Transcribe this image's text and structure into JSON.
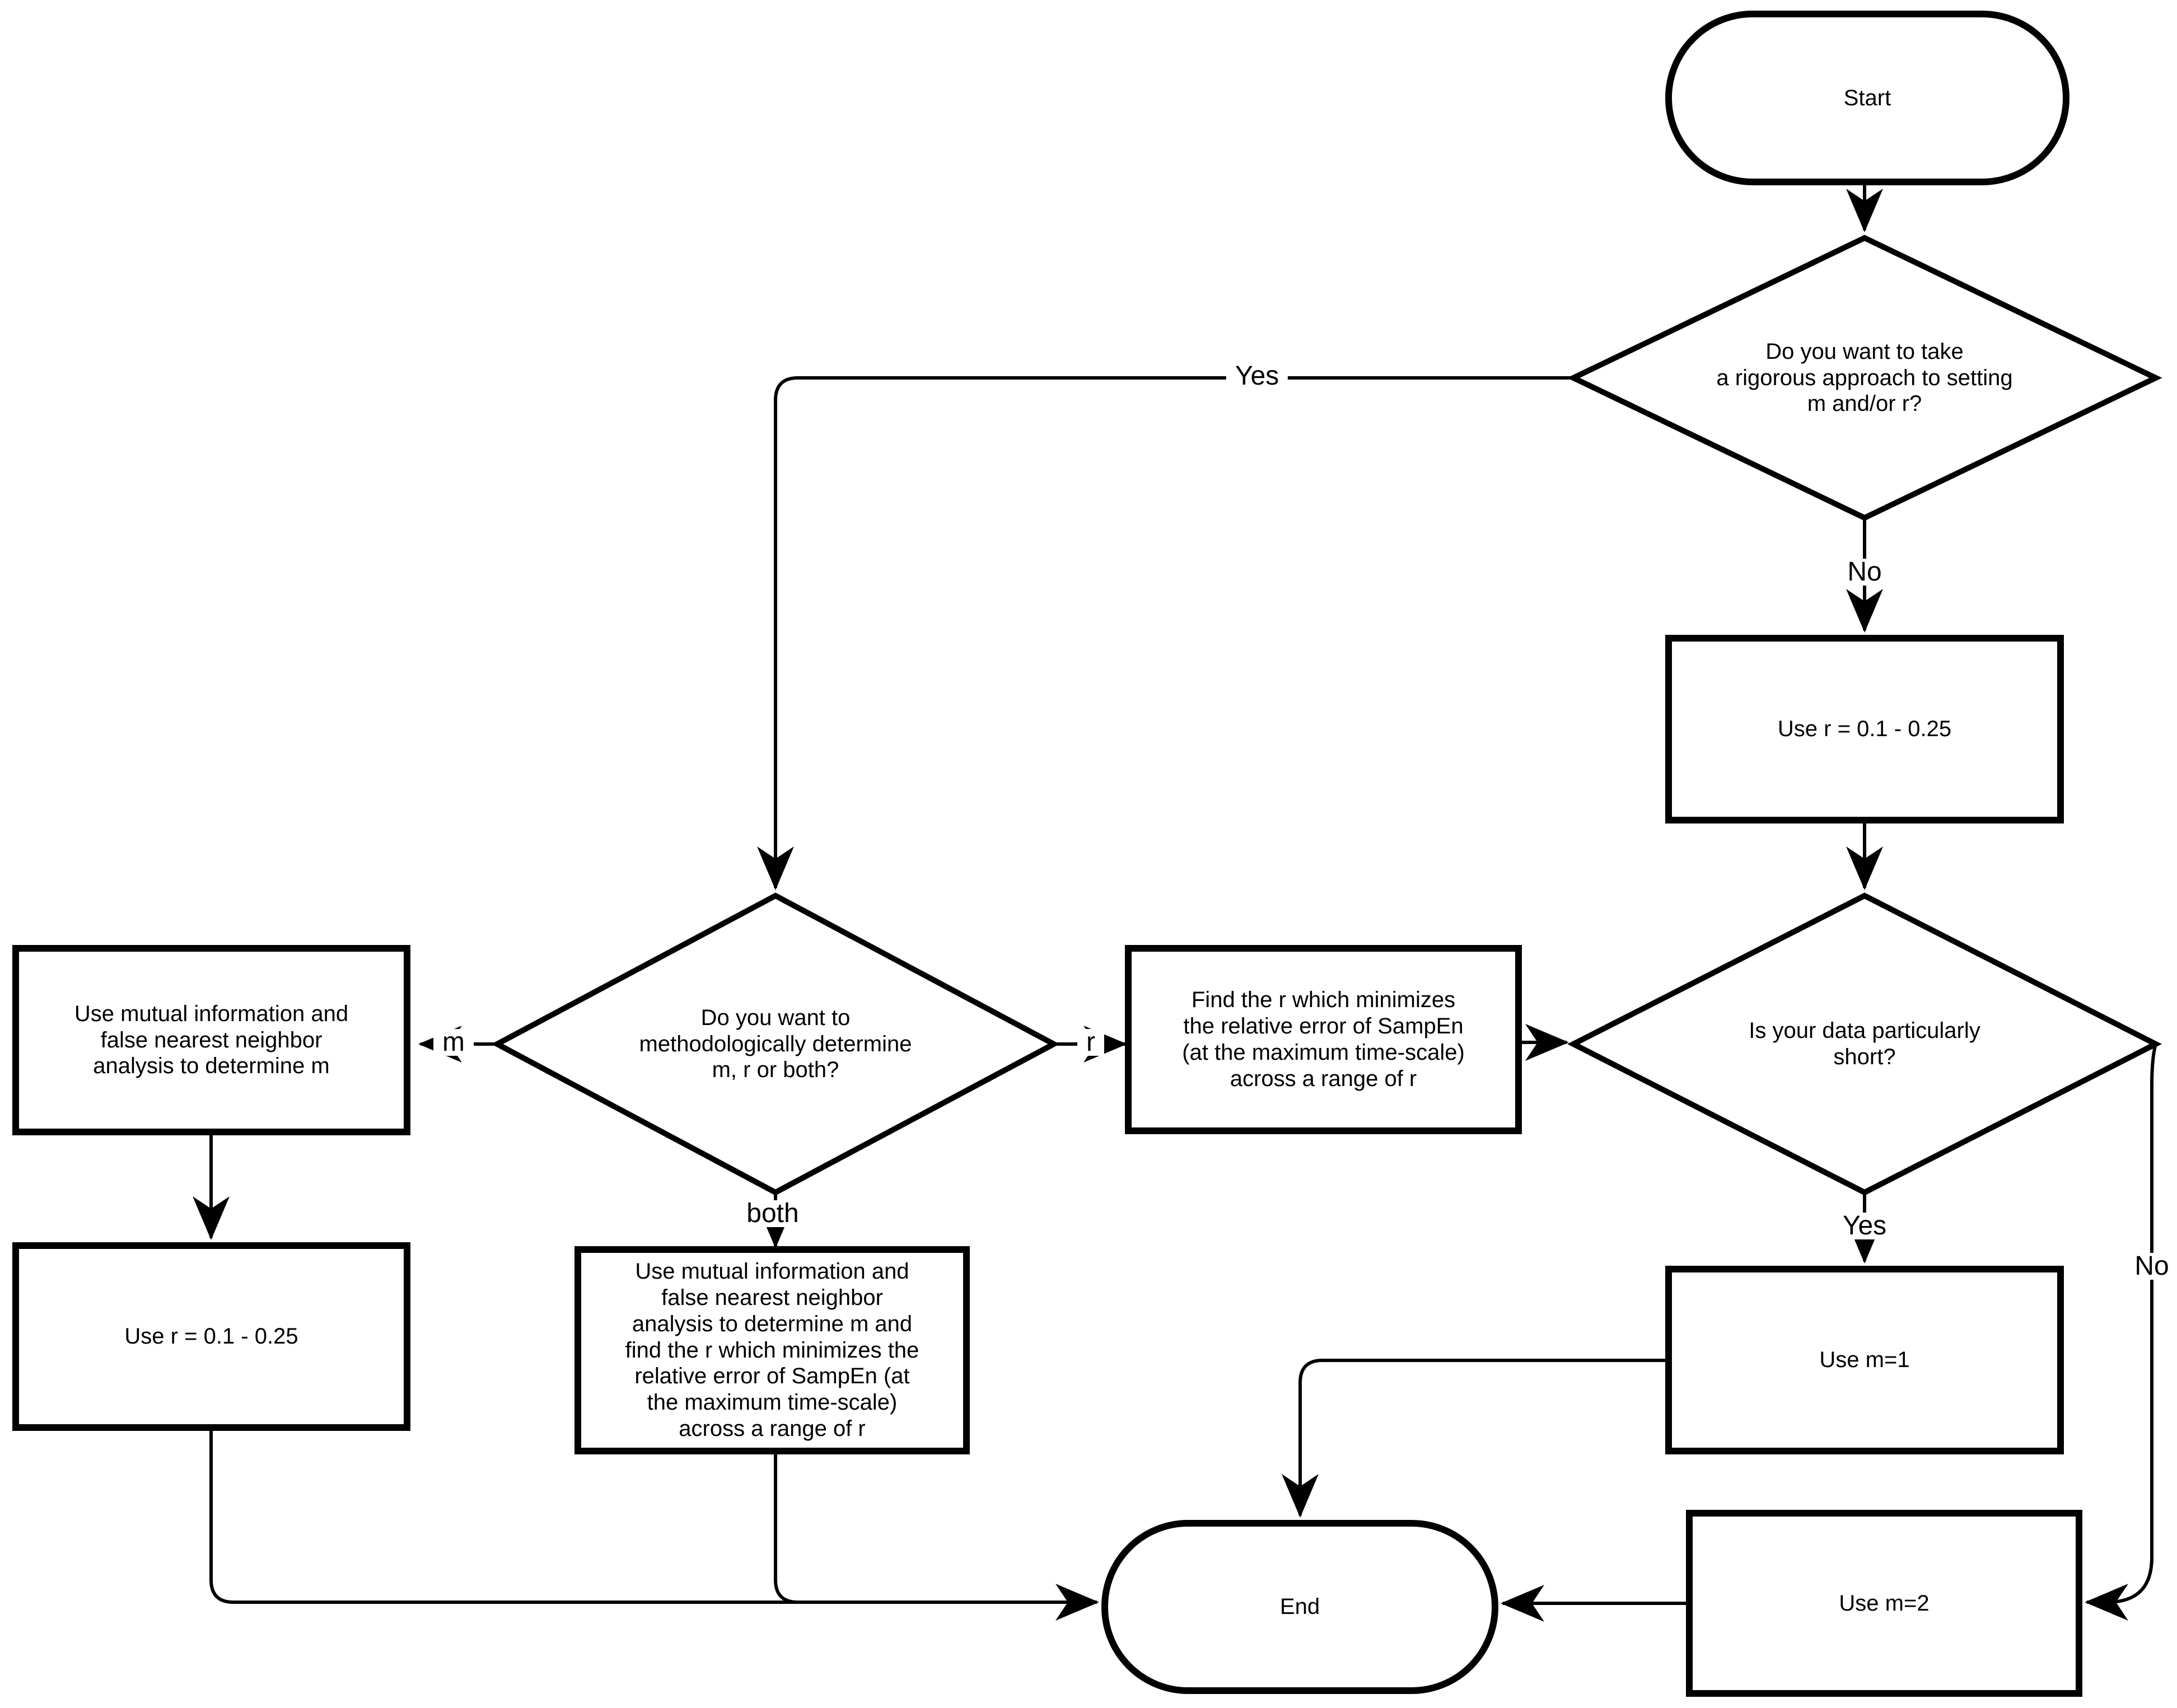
{
  "title": "Flowchart for setting SampEn parameters m and r",
  "colors": {
    "line": "#000000",
    "node_fill": "#ffffff",
    "background": "#ffffff",
    "text": "#000000"
  },
  "nodes": {
    "start": {
      "type": "terminator",
      "label": "Start"
    },
    "decision_rigorous": {
      "type": "decision",
      "label": "Do you want to take\na rigorous approach to setting\nm and/or r?"
    },
    "use_r_default_right": {
      "type": "process",
      "label": "Use r = 0.1 - 0.25"
    },
    "decision_short": {
      "type": "decision",
      "label": "Is your data particularly\nshort?"
    },
    "use_m1": {
      "type": "process",
      "label": "Use m=1"
    },
    "use_m2": {
      "type": "process",
      "label": "Use m=2"
    },
    "decision_determine": {
      "type": "decision",
      "label": "Do you want to\nmethodologically determine\nm, r or both?"
    },
    "mutual_info": {
      "type": "process",
      "label": "Use mutual information and\nfalse nearest neighbor\nanalysis to determine m"
    },
    "use_r_default_left": {
      "type": "process",
      "label": "Use r = 0.1 - 0.25"
    },
    "find_r": {
      "type": "process",
      "label": "Find the r which minimizes\nthe relative error of SampEn\n(at the maximum time-scale)\nacross a range of r"
    },
    "both_method": {
      "type": "process",
      "label": "Use mutual information and\nfalse nearest neighbor\nanalysis to determine m and\nfind the r which minimizes the\nrelative error of SampEn (at\nthe maximum time-scale)\nacross a range of r"
    },
    "end": {
      "type": "terminator",
      "label": "End"
    }
  },
  "edges": [
    {
      "from": "start",
      "to": "decision_rigorous",
      "label": ""
    },
    {
      "from": "decision_rigorous",
      "to": "decision_determine",
      "label": "Yes"
    },
    {
      "from": "decision_rigorous",
      "to": "use_r_default_right",
      "label": "No"
    },
    {
      "from": "use_r_default_right",
      "to": "decision_short",
      "label": ""
    },
    {
      "from": "decision_short",
      "to": "use_m1",
      "label": "Yes"
    },
    {
      "from": "decision_short",
      "to": "use_m2",
      "label": "No"
    },
    {
      "from": "decision_determine",
      "to": "mutual_info",
      "label": "m"
    },
    {
      "from": "decision_determine",
      "to": "find_r",
      "label": "r"
    },
    {
      "from": "decision_determine",
      "to": "both_method",
      "label": "both"
    },
    {
      "from": "mutual_info",
      "to": "use_r_default_left",
      "label": ""
    },
    {
      "from": "find_r",
      "to": "decision_short",
      "label": ""
    },
    {
      "from": "use_m1",
      "to": "end",
      "label": ""
    },
    {
      "from": "use_m2",
      "to": "end",
      "label": ""
    },
    {
      "from": "use_r_default_left",
      "to": "end",
      "label": ""
    },
    {
      "from": "both_method",
      "to": "end",
      "label": ""
    }
  ]
}
